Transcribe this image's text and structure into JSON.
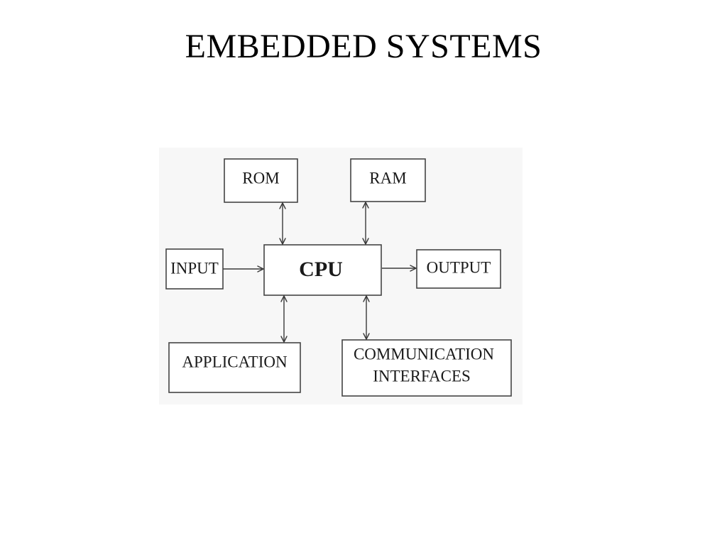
{
  "title": "EMBEDDED SYSTEMS",
  "diagram": {
    "nodes": {
      "rom": "ROM",
      "ram": "RAM",
      "input": "INPUT",
      "cpu": "CPU",
      "output": "OUTPUT",
      "application": "APPLICATION",
      "communication_line1": "COMMUNICATION",
      "communication_line2": "INTERFACES"
    },
    "edges": [
      {
        "from": "ROM",
        "to": "CPU",
        "direction": "both"
      },
      {
        "from": "RAM",
        "to": "CPU",
        "direction": "both"
      },
      {
        "from": "INPUT",
        "to": "CPU",
        "direction": "forward"
      },
      {
        "from": "CPU",
        "to": "OUTPUT",
        "direction": "forward"
      },
      {
        "from": "CPU",
        "to": "APPLICATION",
        "direction": "both"
      },
      {
        "from": "CPU",
        "to": "COMMUNICATION INTERFACES",
        "direction": "both"
      }
    ]
  }
}
